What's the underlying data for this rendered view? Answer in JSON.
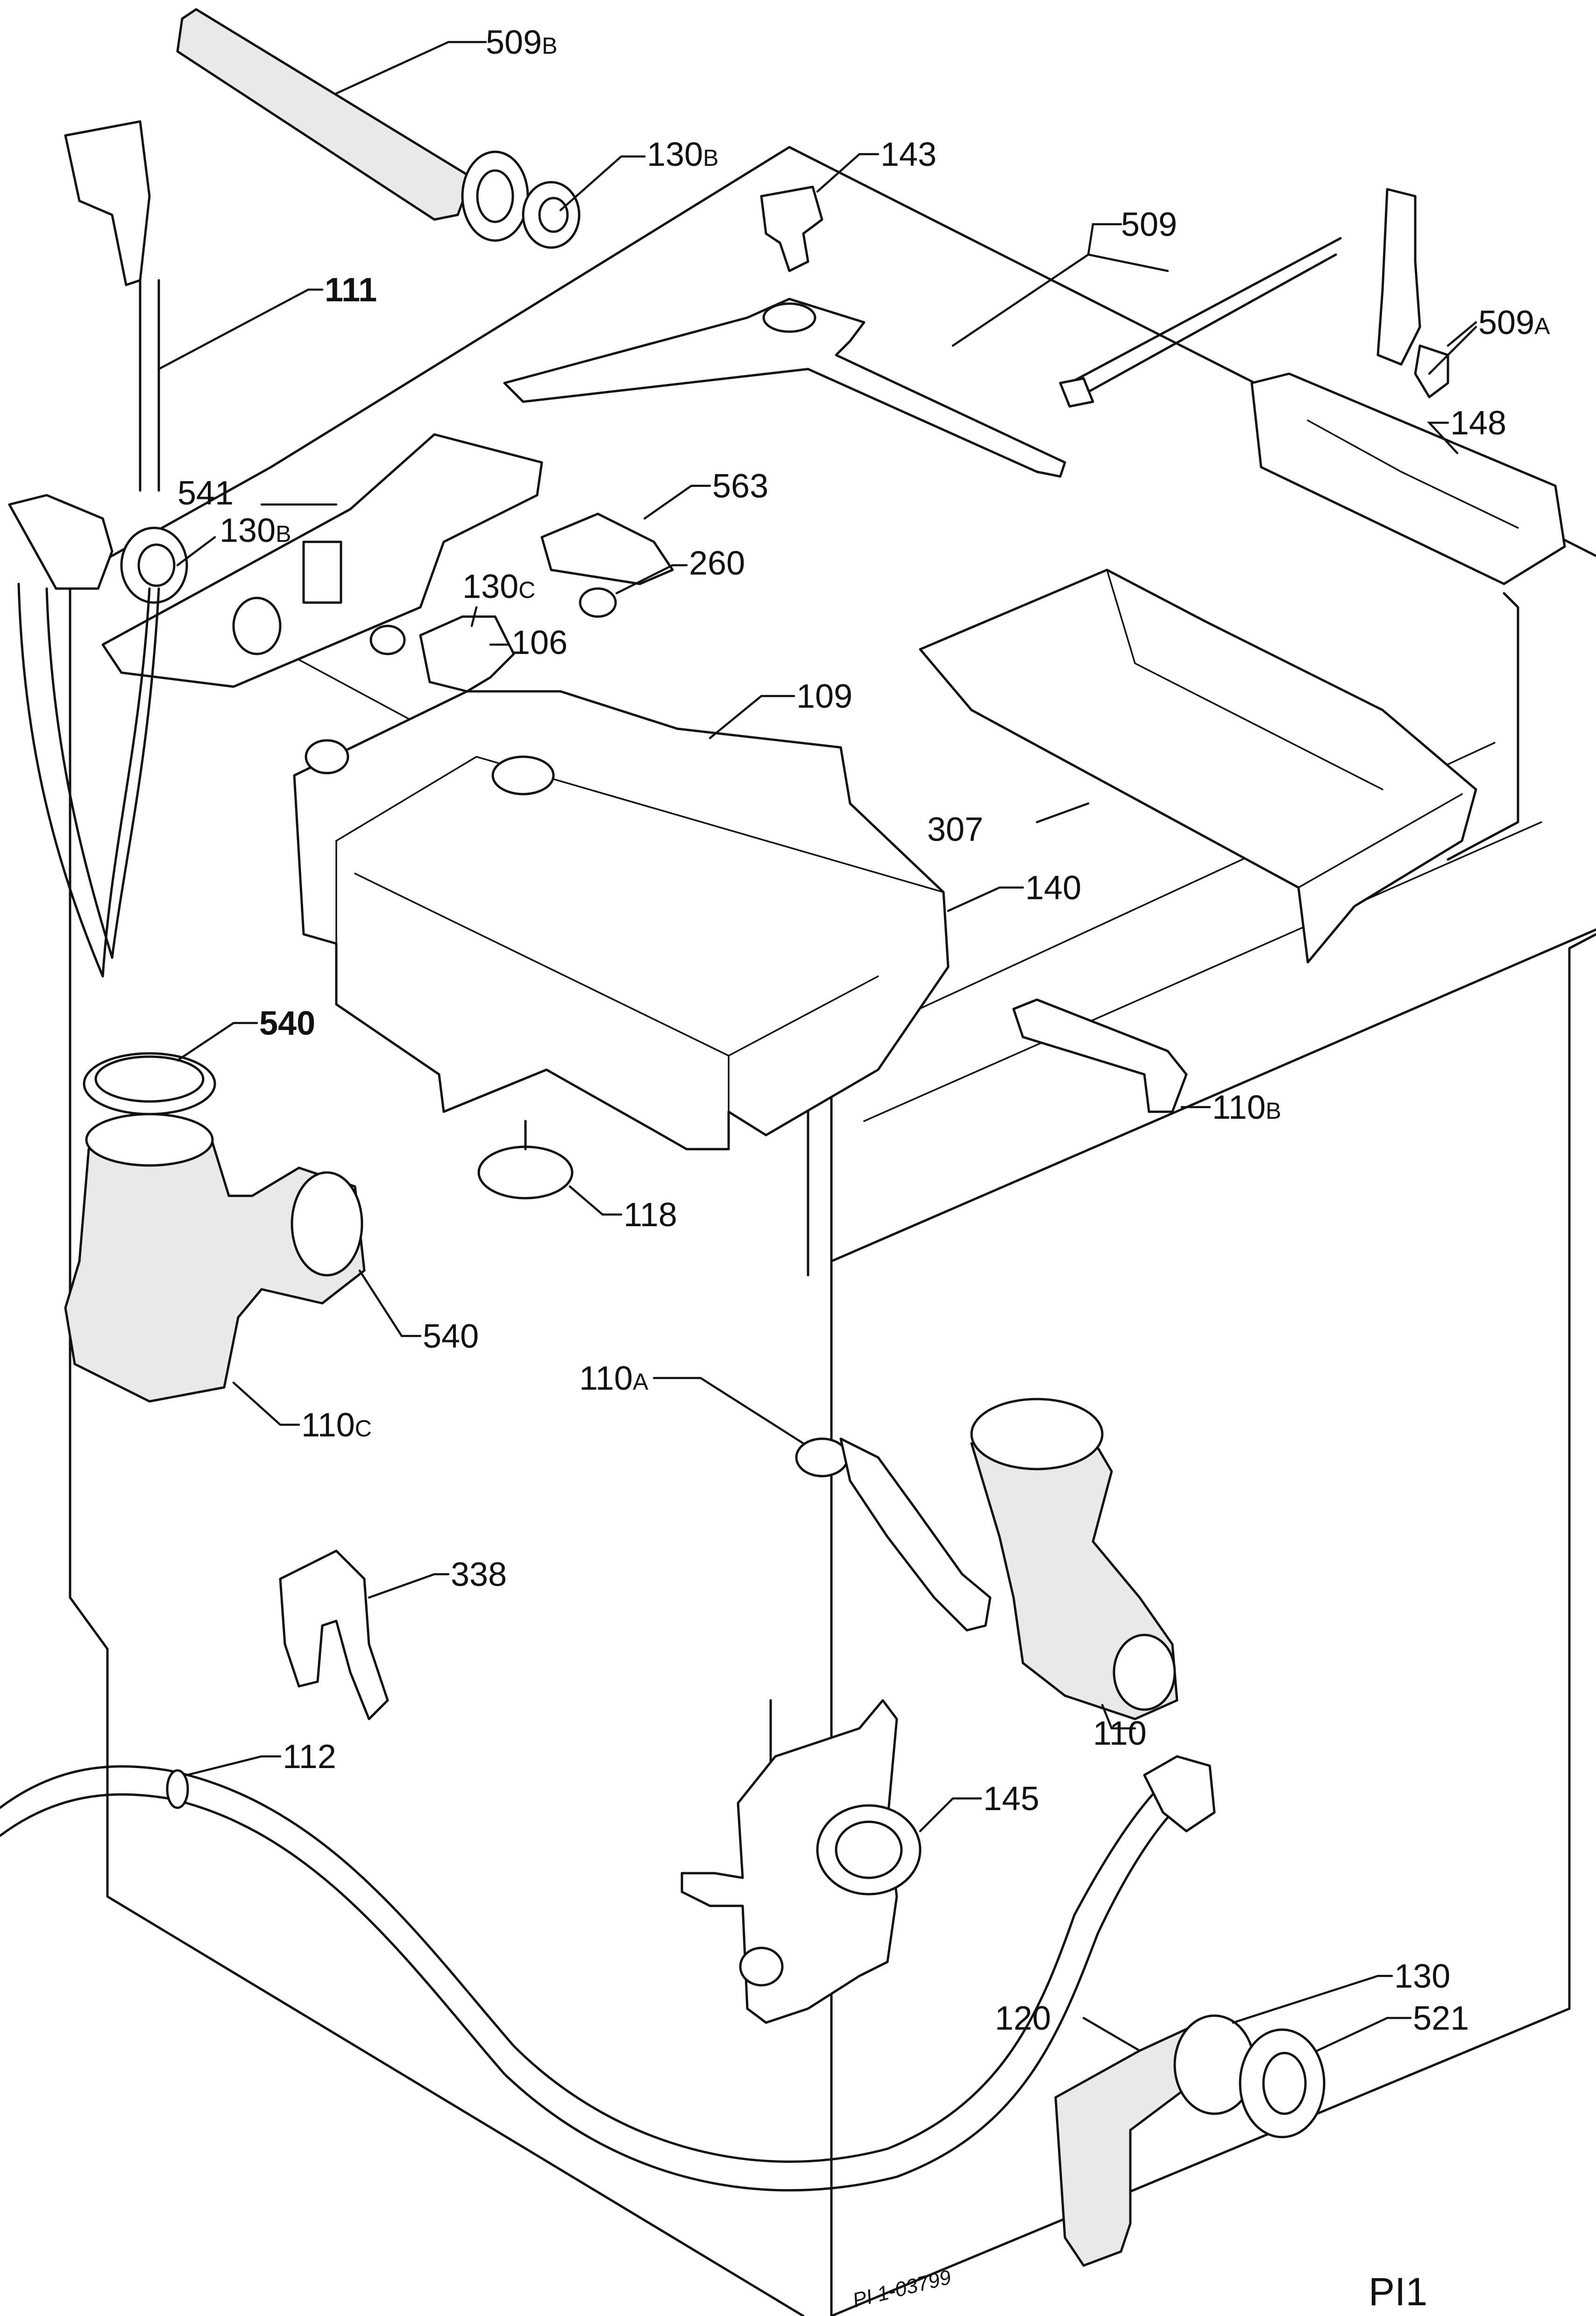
{
  "drawing": {
    "code": "PI 1-03799",
    "page_ref": "PI1"
  },
  "callouts": [
    {
      "id": "509b",
      "number": "509",
      "suffix": "B"
    },
    {
      "id": "130b-top",
      "number": "130",
      "suffix": "B"
    },
    {
      "id": "143",
      "number": "143",
      "suffix": ""
    },
    {
      "id": "509",
      "number": "509",
      "suffix": ""
    },
    {
      "id": "509a",
      "number": "509",
      "suffix": "A"
    },
    {
      "id": "111",
      "number": "111",
      "suffix": ""
    },
    {
      "id": "148",
      "number": "148",
      "suffix": ""
    },
    {
      "id": "541",
      "number": "541",
      "suffix": ""
    },
    {
      "id": "130b-mid",
      "number": "130",
      "suffix": "B"
    },
    {
      "id": "563",
      "number": "563",
      "suffix": ""
    },
    {
      "id": "260",
      "number": "260",
      "suffix": ""
    },
    {
      "id": "130c",
      "number": "130",
      "suffix": "C"
    },
    {
      "id": "106",
      "number": "106",
      "suffix": ""
    },
    {
      "id": "109",
      "number": "109",
      "suffix": ""
    },
    {
      "id": "307",
      "number": "307",
      "suffix": ""
    },
    {
      "id": "140",
      "number": "140",
      "suffix": ""
    },
    {
      "id": "540-top",
      "number": "540",
      "suffix": ""
    },
    {
      "id": "110b",
      "number": "110",
      "suffix": "B"
    },
    {
      "id": "118",
      "number": "118",
      "suffix": ""
    },
    {
      "id": "540-bot",
      "number": "540",
      "suffix": ""
    },
    {
      "id": "110c",
      "number": "110",
      "suffix": "C"
    },
    {
      "id": "110a",
      "number": "110",
      "suffix": "A"
    },
    {
      "id": "338",
      "number": "338",
      "suffix": ""
    },
    {
      "id": "110",
      "number": "110",
      "suffix": ""
    },
    {
      "id": "112",
      "number": "112",
      "suffix": ""
    },
    {
      "id": "145",
      "number": "145",
      "suffix": ""
    },
    {
      "id": "130",
      "number": "130",
      "suffix": ""
    },
    {
      "id": "120",
      "number": "120",
      "suffix": ""
    },
    {
      "id": "521",
      "number": "521",
      "suffix": ""
    }
  ]
}
